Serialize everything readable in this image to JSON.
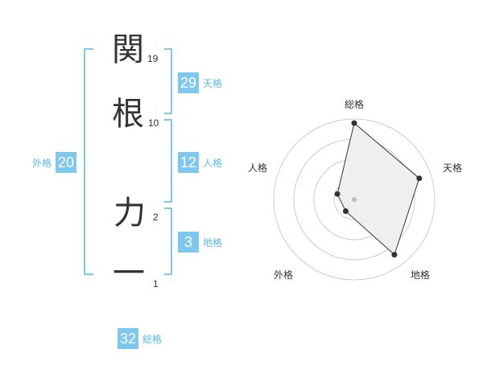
{
  "name": {
    "chars": [
      {
        "char": "関",
        "strokes": "19"
      },
      {
        "char": "根",
        "strokes": "10"
      },
      {
        "char": "力",
        "strokes": "2"
      },
      {
        "char": "一",
        "strokes": "1"
      }
    ]
  },
  "fortune": {
    "tenkaku": {
      "label": "天格",
      "value": "29"
    },
    "jinkaku": {
      "label": "人格",
      "value": "12"
    },
    "chikaku": {
      "label": "地格",
      "value": "3"
    },
    "gaikaku": {
      "label": "外格",
      "value": "20"
    },
    "soukaku": {
      "label": "総格",
      "value": "32"
    }
  },
  "radar": {
    "axes": [
      "総格",
      "天格",
      "地格",
      "外格",
      "人格"
    ],
    "values": [
      0.95,
      0.85,
      0.85,
      0.18,
      0.22
    ],
    "rings": 4
  },
  "colors": {
    "accent": "#7ec8f0",
    "accent_text": "#5bb8ea"
  }
}
